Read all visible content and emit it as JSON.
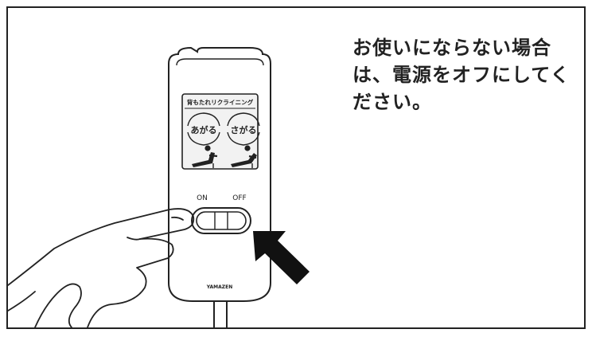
{
  "instruction": {
    "line1": "お使いにならない場合",
    "line2": "は、電源をオフにしてく",
    "line3": "ださい。"
  },
  "remote": {
    "panel_title": "背もたれリクライニング",
    "raise_label": "あがる",
    "lower_label": "さがる",
    "switch_on_label": "ON",
    "switch_off_label": "OFF",
    "brand": "YAMAZEN"
  },
  "colors": {
    "line": "#222222",
    "arrow": "#111111",
    "panel_fill": "#f2f2f2",
    "background": "#ffffff"
  },
  "icons": {
    "raise": "recline-up-figure-icon",
    "lower": "recline-down-figure-icon",
    "pointer": "pointing-hand-icon",
    "indicator": "arrow-icon"
  }
}
